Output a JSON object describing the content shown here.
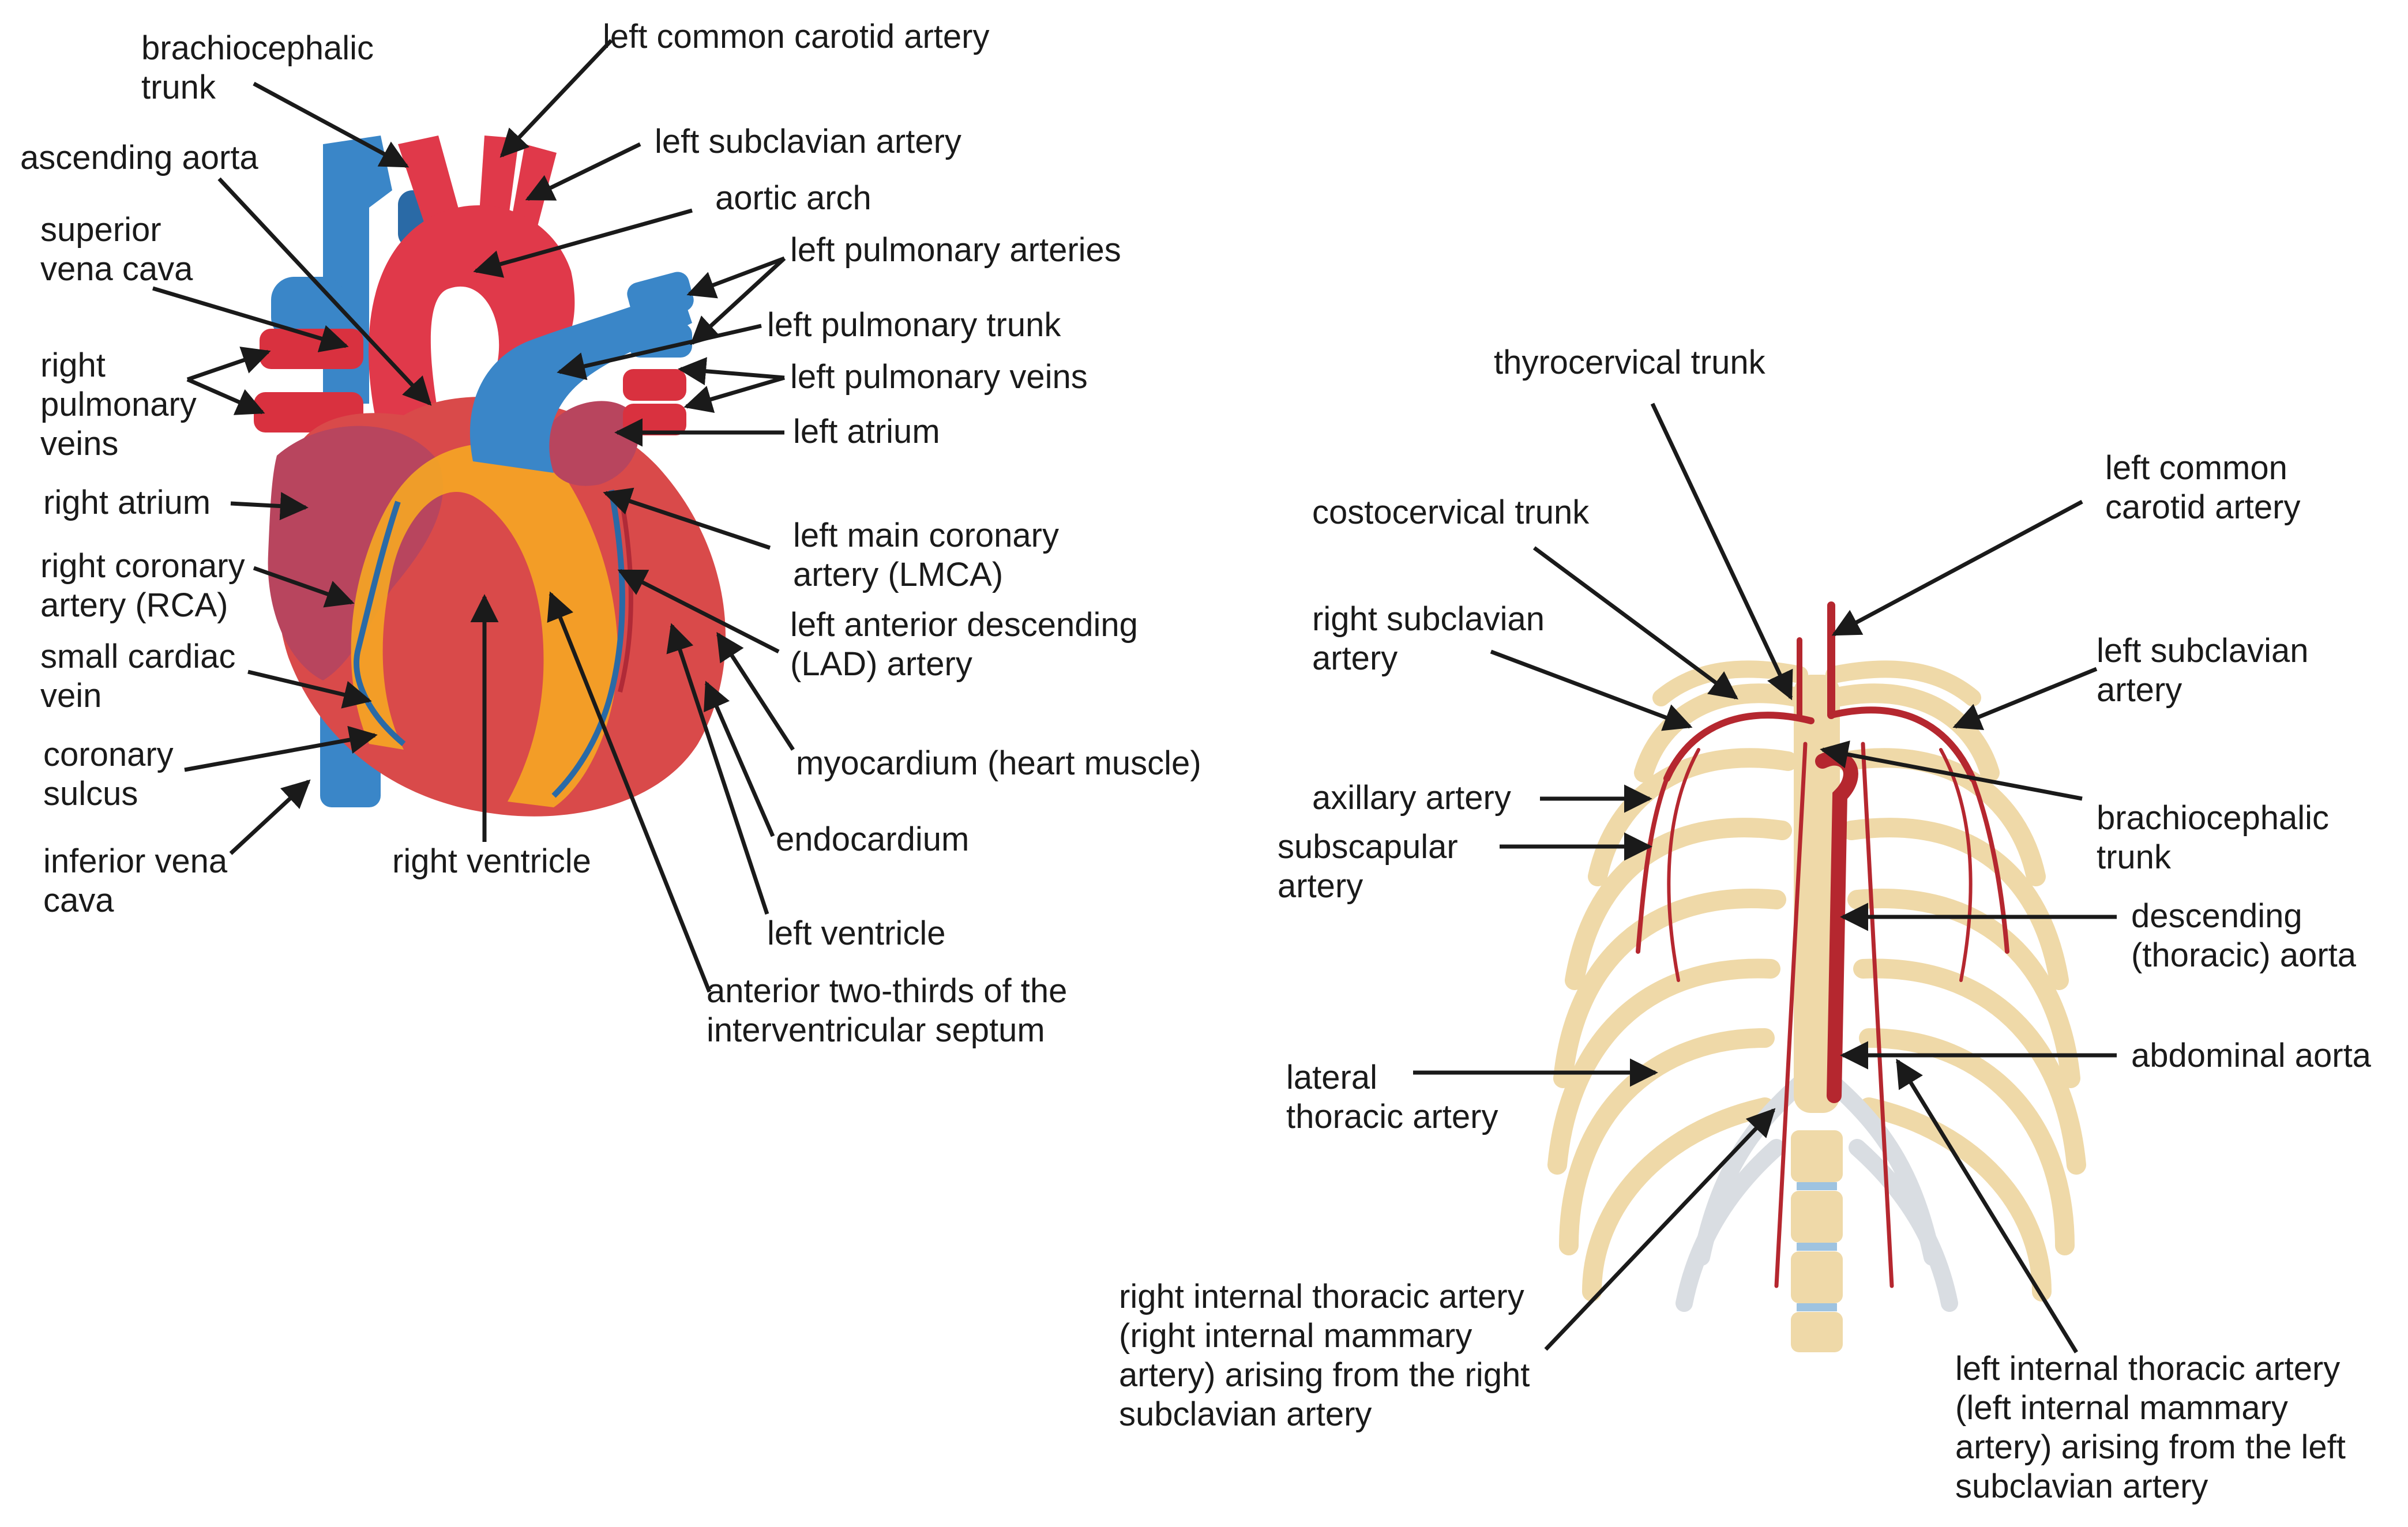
{
  "colors": {
    "artery": "#e0394a",
    "artery_dark": "#b02a37",
    "vein": "#3a86c8",
    "vein_dark": "#2a6aa6",
    "atrium": "#b8455e",
    "fat": "#f5a623",
    "myocardium": "#d94a4a",
    "bone": "#efd9a8",
    "bone_edge": "#d6bd85",
    "cartilage": "#d9dde2",
    "thoracic_artery": "#b5272f",
    "arrow": "#1a1a1a"
  },
  "heart_labels": [
    {
      "lines": [
        "brachiocephalic",
        "trunk"
      ]
    },
    {
      "lines": [
        "left common carotid artery"
      ]
    },
    {
      "lines": [
        "ascending aorta"
      ]
    },
    {
      "lines": [
        "left subclavian artery"
      ]
    },
    {
      "lines": [
        "aortic arch"
      ]
    },
    {
      "lines": [
        "superior",
        "vena cava"
      ]
    },
    {
      "lines": [
        "left pulmonary arteries"
      ]
    },
    {
      "lines": [
        "left pulmonary trunk"
      ]
    },
    {
      "lines": [
        "right",
        "pulmonary",
        "veins"
      ]
    },
    {
      "lines": [
        "left pulmonary veins"
      ]
    },
    {
      "lines": [
        "left atrium"
      ]
    },
    {
      "lines": [
        "right atrium"
      ]
    },
    {
      "lines": [
        "left main coronary",
        "artery (LMCA)"
      ]
    },
    {
      "lines": [
        "right coronary",
        "artery (RCA)"
      ]
    },
    {
      "lines": [
        "left anterior descending",
        "(LAD) artery"
      ]
    },
    {
      "lines": [
        "small cardiac",
        "vein"
      ]
    },
    {
      "lines": [
        "coronary",
        "sulcus"
      ]
    },
    {
      "lines": [
        "myocardium (heart muscle)"
      ]
    },
    {
      "lines": [
        "endocardium"
      ]
    },
    {
      "lines": [
        "inferior vena",
        "cava"
      ]
    },
    {
      "lines": [
        "right ventricle"
      ]
    },
    {
      "lines": [
        "left ventricle"
      ]
    },
    {
      "lines": [
        "anterior two-thirds of the",
        "interventricular septum"
      ]
    }
  ],
  "thorax_labels": [
    {
      "lines": [
        "thyrocervical trunk"
      ]
    },
    {
      "lines": [
        "left common",
        "carotid artery"
      ]
    },
    {
      "lines": [
        "costocervical trunk"
      ]
    },
    {
      "lines": [
        "right subclavian",
        "artery"
      ]
    },
    {
      "lines": [
        "left subclavian",
        "artery"
      ]
    },
    {
      "lines": [
        "axillary artery"
      ]
    },
    {
      "lines": [
        "brachiocephalic",
        "trunk"
      ]
    },
    {
      "lines": [
        "subscapular",
        "artery"
      ]
    },
    {
      "lines": [
        "descending",
        "(thoracic) aorta"
      ]
    },
    {
      "lines": [
        "lateral",
        "thoracic artery"
      ]
    },
    {
      "lines": [
        "abdominal aorta"
      ]
    },
    {
      "lines": [
        "right internal thoracic artery",
        "(right internal mammary",
        "artery) arising from the right",
        "subclavian artery"
      ]
    },
    {
      "lines": [
        "left internal thoracic artery",
        "(left internal mammary",
        "artery) arising from the left",
        "subclavian artery"
      ]
    }
  ]
}
